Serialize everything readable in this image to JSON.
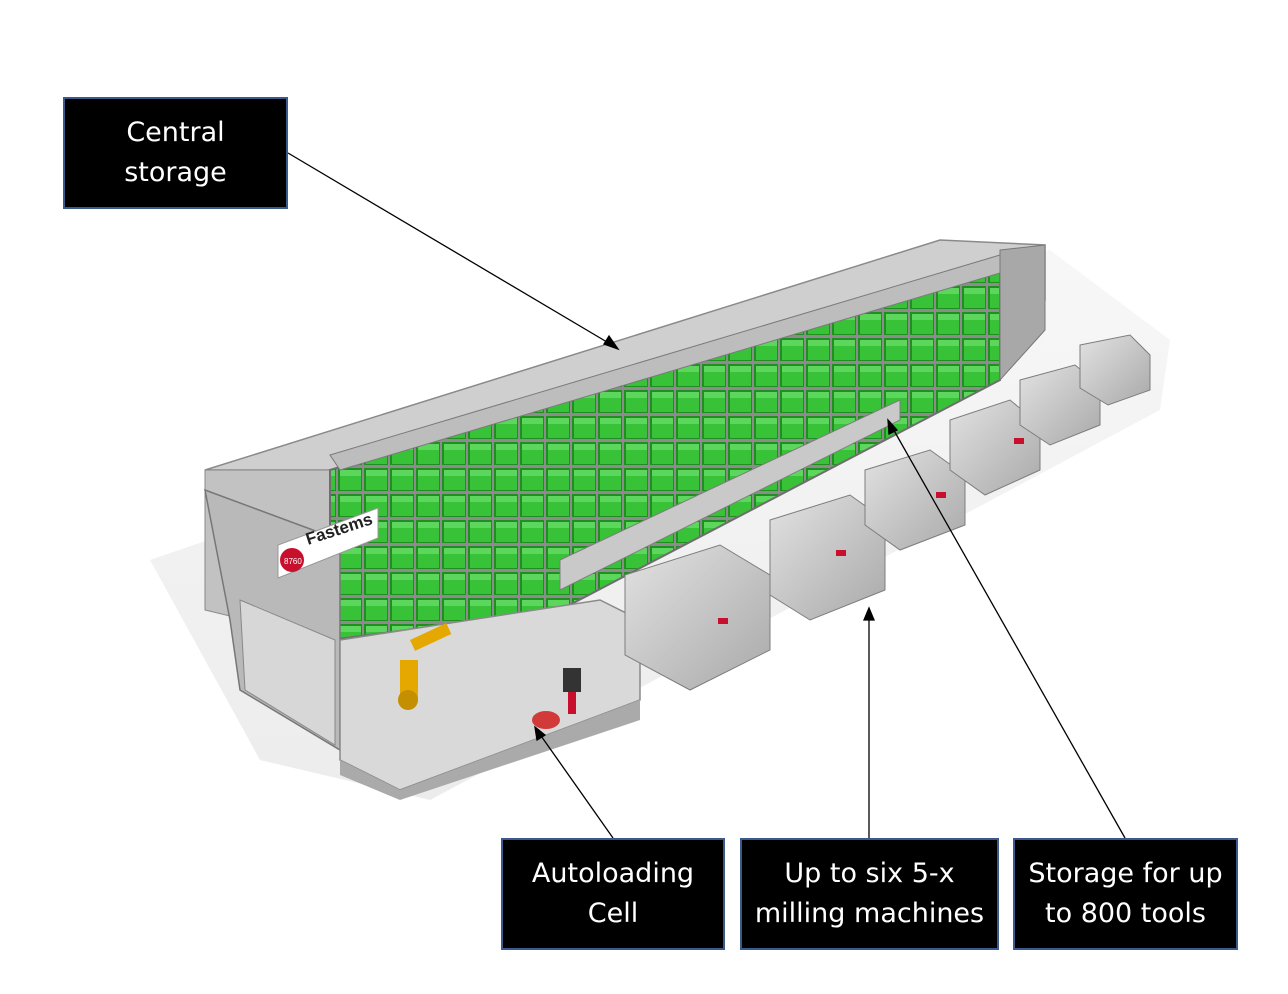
{
  "callouts": {
    "central_storage": "Central\nstorage",
    "autoloading_cell": "Autoloading\nCell",
    "milling_machines": "Up to six 5-x\nmilling machines",
    "tool_storage": "Storage for up\nto 800 tools"
  },
  "brand": {
    "logo_text": "Fastems",
    "model_number": "8760"
  },
  "colors": {
    "rack_green": "#2fb52f",
    "frame_grey": "#b5b5b5",
    "label_bg": "#000000",
    "label_border": "#3a5a8c",
    "brand_red": "#c8102e"
  }
}
